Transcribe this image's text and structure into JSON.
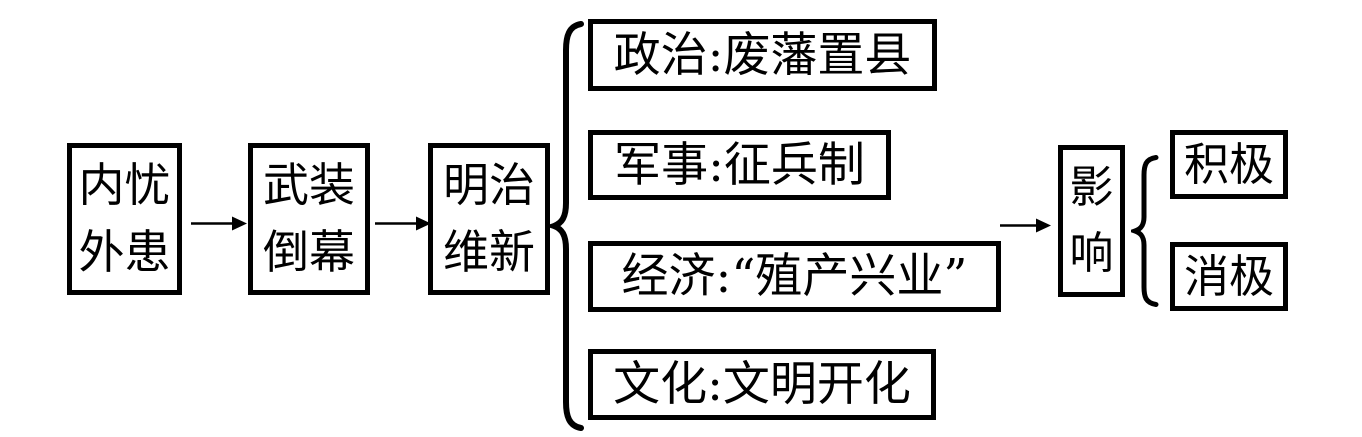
{
  "diagram": {
    "type": "flowchart",
    "language": "zh",
    "colors": {
      "ink": "#000000",
      "background": "#ffffff"
    },
    "icons": {
      "arrow": "right-arrow",
      "brace": "left-curly-brace"
    },
    "flow": {
      "cause": {
        "lines": [
          "内忧",
          "外患"
        ]
      },
      "process": {
        "lines": [
          "武装",
          "倒幕"
        ]
      },
      "event": {
        "lines": [
          "明治",
          "维新"
        ]
      },
      "reforms": [
        {
          "label": "政治:废藩置县"
        },
        {
          "label": "军事:征兵制"
        },
        {
          "label": "经济:“殖产兴业”"
        },
        {
          "label": "文化:文明开化"
        }
      ],
      "impact": {
        "lines": [
          "影",
          "响"
        ]
      },
      "outcomes": [
        {
          "label": "积极"
        },
        {
          "label": "消极"
        }
      ]
    }
  }
}
